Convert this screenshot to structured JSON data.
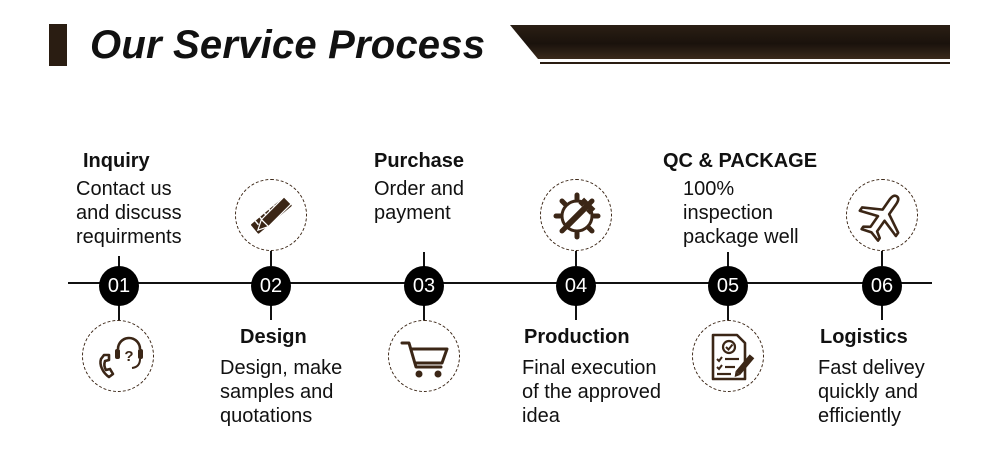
{
  "header": {
    "title": "Our Service Process"
  },
  "colors": {
    "accent": "#2a1d12",
    "line": "#111111",
    "circle": "#000000"
  },
  "steps": [
    {
      "number": "01",
      "title": "Inquiry",
      "description": [
        "Contact us",
        "and discuss",
        "requirments"
      ],
      "icon": "phone-support-icon"
    },
    {
      "number": "02",
      "title": "Design",
      "description": [
        "Design, make",
        "samples and",
        "quotations"
      ],
      "icon": "pencil-ruler-icon"
    },
    {
      "number": "03",
      "title": "Purchase",
      "description": [
        "Order and",
        "payment"
      ],
      "icon": "shopping-cart-icon"
    },
    {
      "number": "04",
      "title": "Production",
      "description": [
        "Final execution",
        "of the approved",
        "idea"
      ],
      "icon": "gear-wrench-icon"
    },
    {
      "number": "05",
      "title": "QC & PACKAGE",
      "description": [
        "100%",
        "inspection",
        "package well"
      ],
      "icon": "checklist-icon"
    },
    {
      "number": "06",
      "title": "Logistics",
      "description": [
        "Fast delivey",
        "quickly and",
        "efficiently"
      ],
      "icon": "airplane-icon"
    }
  ]
}
